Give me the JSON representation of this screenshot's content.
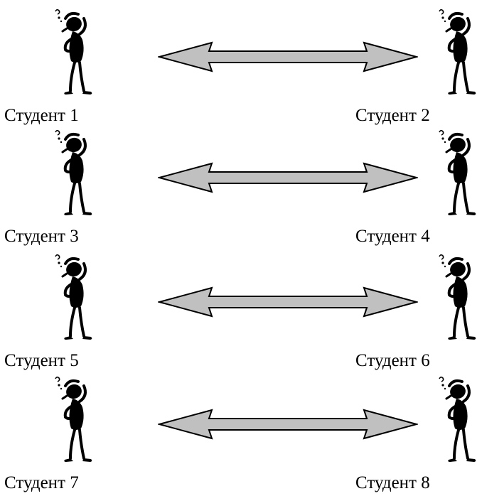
{
  "pairs": [
    {
      "left_label": "Студент 1",
      "right_label": "Студент 2"
    },
    {
      "left_label": "Студент 3",
      "right_label": "Студент 4"
    },
    {
      "left_label": "Студент 5",
      "right_label": "Студент 6"
    },
    {
      "left_label": "Студент 7",
      "right_label": "Студент 8"
    }
  ],
  "icons": {
    "student": "thinking-person-icon",
    "connection": "double-arrow-icon"
  },
  "colors": {
    "arrow_fill": "#c0c0c0",
    "arrow_stroke": "#000000",
    "figure": "#000000"
  }
}
